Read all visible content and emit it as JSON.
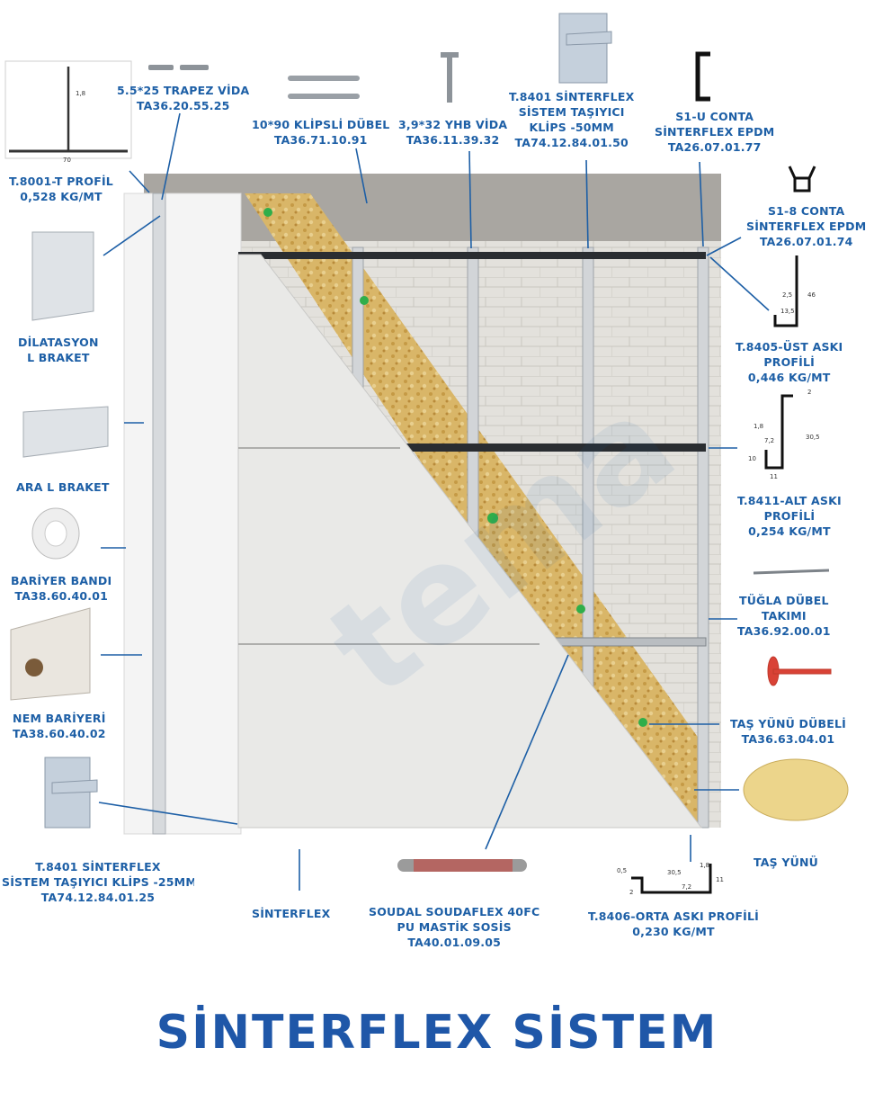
{
  "title": "SİNTERFLEX SİSTEM",
  "colors": {
    "label": "#1d5fa6",
    "title": "#1f57a8",
    "leader": "#1d5fa6"
  },
  "profile_dims": {
    "t8001": [
      "1,8",
      "70"
    ],
    "t8405": [
      "2,5",
      "46",
      "13,5"
    ],
    "t8411": [
      "2",
      "30,5",
      "1,8",
      "7,2",
      "10",
      "11"
    ],
    "t8406": [
      "30,5",
      "1,8",
      "0,5",
      "2",
      "7,2",
      "11"
    ]
  },
  "labels": {
    "t8001": [
      "T.8001-T PROFİL",
      "0,528 KG/MT"
    ],
    "trapez": [
      "5.5*25 TRAPEZ VİDA",
      "TA36.20.55.25"
    ],
    "klipsli_dubel": [
      "10*90 KLİPSLİ DÜBEL",
      "TA36.71.10.91"
    ],
    "yhb_vida": [
      "3,9*32 YHB VİDA",
      "TA36.11.39.32"
    ],
    "t8401_50": [
      "T.8401 SİNTERFLEX",
      "SİSTEM TAŞIYICI",
      "KLİPS -50MM",
      "TA74.12.84.01.50"
    ],
    "s1u": [
      "S1-U CONTA",
      "SİNTERFLEX EPDM",
      "TA26.07.01.77"
    ],
    "s18": [
      "S1-8 CONTA",
      "SİNTERFLEX EPDM",
      "TA26.07.01.74"
    ],
    "dilatasyon": [
      "DİLATASYON",
      "L BRAKET"
    ],
    "t8405": [
      "T.8405-ÜST ASKI",
      "PROFİLİ",
      "0,446 KG/MT"
    ],
    "ara_l": [
      "ARA L BRAKET"
    ],
    "t8411": [
      "T.8411-ALT ASKI",
      "PROFİLİ",
      "0,254 KG/MT"
    ],
    "bariyer_bandi": [
      "BARİYER BANDI",
      "TA38.60.40.01"
    ],
    "tugla_dubel": [
      "TÜĞLA DÜBEL",
      "TAKIMI",
      "TA36.92.00.01"
    ],
    "nem_bariyeri": [
      "NEM BARİYERİ",
      "TA38.60.40.02"
    ],
    "tas_yunu_dubeli": [
      "TAŞ YÜNÜ DÜBELİ",
      "TA36.63.04.01"
    ],
    "t8401_25": [
      "T.8401 SİNTERFLEX",
      "SİSTEM TAŞIYICI KLİPS -25MM",
      "TA74.12.84.01.25"
    ],
    "tas_yunu": [
      "TAŞ YÜNÜ"
    ],
    "sinterflex": [
      "SİNTERFLEX"
    ],
    "soudal": [
      "SOUDAL SOUDAFLEX  40FC",
      "PU MASTİK SOSİS",
      "TA40.01.09.05"
    ],
    "t8406": [
      "T.8406-ORTA ASKI PROFİLİ",
      "0,230 KG/MT"
    ]
  }
}
